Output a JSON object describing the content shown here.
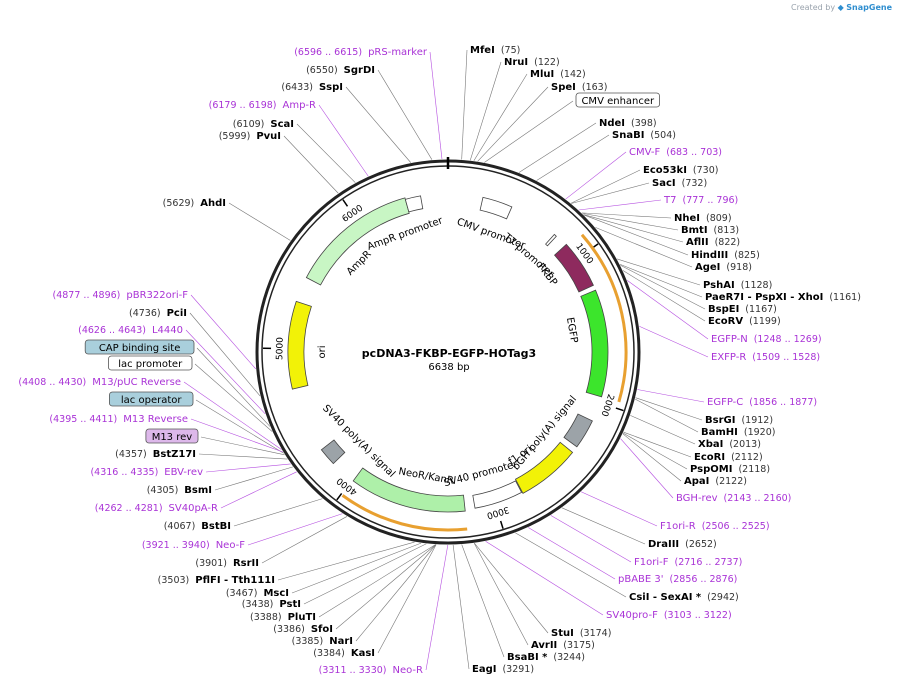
{
  "credit": {
    "prefix": "Created by",
    "brand": "SnapGene"
  },
  "plasmid": {
    "name": "pcDNA3-FKBP-EGFP-HOTag3",
    "length_label": "6638 bp",
    "length": 6638
  },
  "ticks": [
    "1000",
    "2000",
    "3000",
    "4000",
    "5000",
    "6000"
  ],
  "colors": {
    "primer": "#a933d6",
    "site": "#000000",
    "muted": "#333333",
    "backbone": "#222222"
  },
  "features": [
    {
      "name": "CMV promoter",
      "start": 235,
      "end": 438,
      "type": "promoter",
      "fill": "#ffffff",
      "label_angle": 20
    },
    {
      "name": "T7 promoter",
      "start": 777,
      "end": 795,
      "type": "promoter",
      "fill": "#ffffff",
      "label_angle": 40
    },
    {
      "name": "FKBP",
      "start": 880,
      "end": 1205,
      "type": "cds",
      "fill": "#8e2a5e",
      "label_angle": 52
    },
    {
      "name": "EGFP",
      "start": 1240,
      "end": 1960,
      "type": "cds",
      "fill": "#3ce52c",
      "label_angle": 80
    },
    {
      "name": "bGH poly(A) signal",
      "start": 2130,
      "end": 2330,
      "type": "term",
      "fill": "#9ca3a8",
      "label_angle": 130
    },
    {
      "name": "f1 ori",
      "start": 2376,
      "end": 2804,
      "type": "ori",
      "fill": "#f2f207",
      "label_angle": 145
    },
    {
      "name": "SV40 promoter",
      "start": 2809,
      "end": 3138,
      "type": "promoter",
      "fill": "#ffffff",
      "label_angle": 165
    },
    {
      "name": "NeoR/KanR",
      "start": 3205,
      "end": 3989,
      "type": "cds",
      "fill": "#aef0a9",
      "label_angle": 190
    },
    {
      "name": "SV40 poly(A) signal",
      "start": 4163,
      "end": 4284,
      "type": "term",
      "fill": "#9ca3a8",
      "label_angle": 225
    },
    {
      "name": "ori",
      "start": 4731,
      "end": 5319,
      "type": "ori",
      "fill": "#f2f207",
      "label_angle": 270
    },
    {
      "name": "AmpR",
      "start": 5490,
      "end": 6350,
      "type": "cds",
      "fill": "#c8f6c4",
      "label_angle": 315
    },
    {
      "name": "AmpR promoter",
      "start": 6350,
      "end": 6454,
      "type": "promoter",
      "fill": "#ffffff",
      "label_angle": 340
    }
  ],
  "left_labels": [
    {
      "text": "(6596 .. 6615)",
      "name": "pRS-marker",
      "kind": "primer",
      "pos": 6605
    },
    {
      "text": "(6550)",
      "name": "SgrDI",
      "kind": "site",
      "pos": 6550
    },
    {
      "text": "(6433)",
      "name": "SspI",
      "kind": "site",
      "pos": 6433
    },
    {
      "text": "(6179 .. 6198)",
      "name": "Amp-R",
      "kind": "primer",
      "pos": 6188
    },
    {
      "text": "(6109)",
      "name": "ScaI",
      "kind": "site",
      "pos": 6109
    },
    {
      "text": "(5999)",
      "name": "PvuI",
      "kind": "site",
      "pos": 5999
    },
    {
      "text": "(5629)",
      "name": "AhdI",
      "kind": "site",
      "pos": 5629
    },
    {
      "text": "(4877 .. 4896)",
      "name": "pBR322ori-F",
      "kind": "primer",
      "pos": 4886
    },
    {
      "text": "(4736)",
      "name": "PciI",
      "kind": "site",
      "pos": 4736
    },
    {
      "text": "(4626 .. 4643)",
      "name": "L4440",
      "kind": "primer",
      "pos": 4634
    },
    {
      "text": "",
      "name": "CAP binding site",
      "kind": "box-blue",
      "pos": 4560
    },
    {
      "text": "",
      "name": "lac promoter",
      "kind": "box-white",
      "pos": 4530
    },
    {
      "text": "(4408 .. 4430)",
      "name": "M13/pUC Reverse",
      "kind": "primer",
      "pos": 4419
    },
    {
      "text": "",
      "name": "lac operator",
      "kind": "box-blue",
      "pos": 4395
    },
    {
      "text": "(4395 .. 4411)",
      "name": "M13 Reverse",
      "kind": "primer",
      "pos": 4403
    },
    {
      "text": "",
      "name": "M13 rev",
      "kind": "box-purple",
      "pos": 4385
    },
    {
      "text": "(4357)",
      "name": "BstZ17I",
      "kind": "site",
      "pos": 4357
    },
    {
      "text": "(4316 .. 4335)",
      "name": "EBV-rev",
      "kind": "primer",
      "pos": 4325
    },
    {
      "text": "(4305)",
      "name": "BsmI",
      "kind": "site",
      "pos": 4305
    },
    {
      "text": "(4262 .. 4281)",
      "name": "SV40pA-R",
      "kind": "primer",
      "pos": 4271
    },
    {
      "text": "(4067)",
      "name": "BstBI",
      "kind": "site",
      "pos": 4067
    },
    {
      "text": "(3921 .. 3940)",
      "name": "Neo-F",
      "kind": "primer",
      "pos": 3930
    },
    {
      "text": "(3901)",
      "name": "RsrII",
      "kind": "site",
      "pos": 3901
    },
    {
      "text": "(3503)",
      "name": "PflFI - Tth111I",
      "kind": "site",
      "pos": 3503
    },
    {
      "text": "(3467)",
      "name": "MscI",
      "kind": "site",
      "pos": 3467
    },
    {
      "text": "(3438)",
      "name": "PstI",
      "kind": "site",
      "pos": 3438
    },
    {
      "text": "(3388)",
      "name": "PluTI",
      "kind": "site",
      "pos": 3388
    },
    {
      "text": "(3386)",
      "name": "SfoI",
      "kind": "site",
      "pos": 3386
    },
    {
      "text": "(3385)",
      "name": "NarI",
      "kind": "site",
      "pos": 3385
    },
    {
      "text": "(3384)",
      "name": "KasI",
      "kind": "site",
      "pos": 3384
    },
    {
      "text": "(3311 .. 3330)",
      "name": "Neo-R",
      "kind": "primer",
      "pos": 3320
    }
  ],
  "right_labels": [
    {
      "name": "MfeI",
      "text": "(75)",
      "kind": "site",
      "pos": 75
    },
    {
      "name": "NruI",
      "text": "(122)",
      "kind": "site",
      "pos": 122
    },
    {
      "name": "MluI",
      "text": "(142)",
      "kind": "site",
      "pos": 142
    },
    {
      "name": "SpeI",
      "text": "(163)",
      "kind": "site",
      "pos": 163
    },
    {
      "name": "CMV enhancer",
      "text": "",
      "kind": "box-white",
      "pos": 200
    },
    {
      "name": "NdeI",
      "text": "(398)",
      "kind": "site",
      "pos": 398
    },
    {
      "name": "SnaBI",
      "text": "(504)",
      "kind": "site",
      "pos": 504
    },
    {
      "name": "CMV-F",
      "text": "(683 .. 703)",
      "kind": "primer",
      "pos": 693
    },
    {
      "name": "Eco53kI",
      "text": "(730)",
      "kind": "site",
      "pos": 730
    },
    {
      "name": "SacI",
      "text": "(732)",
      "kind": "site",
      "pos": 732
    },
    {
      "name": "T7",
      "text": "(777 .. 796)",
      "kind": "primer",
      "pos": 786
    },
    {
      "name": "NheI",
      "text": "(809)",
      "kind": "site",
      "pos": 809
    },
    {
      "name": "BmtI",
      "text": "(813)",
      "kind": "site",
      "pos": 813
    },
    {
      "name": "AflII",
      "text": "(822)",
      "kind": "site",
      "pos": 822
    },
    {
      "name": "HindIII",
      "text": "(825)",
      "kind": "site",
      "pos": 825
    },
    {
      "name": "AgeI",
      "text": "(918)",
      "kind": "site",
      "pos": 918
    },
    {
      "name": "PshAI",
      "text": "(1128)",
      "kind": "site",
      "pos": 1128
    },
    {
      "name": "PaeR7I - PspXI - XhoI",
      "text": "(1161)",
      "kind": "site",
      "pos": 1161
    },
    {
      "name": "BspEI",
      "text": "(1167)",
      "kind": "site",
      "pos": 1167
    },
    {
      "name": "EcoRV",
      "text": "(1199)",
      "kind": "site",
      "pos": 1199
    },
    {
      "name": "EGFP-N",
      "text": "(1248 .. 1269)",
      "kind": "primer",
      "pos": 1258
    },
    {
      "name": "EXFP-R",
      "text": "(1509 .. 1528)",
      "kind": "primer",
      "pos": 1518
    },
    {
      "name": "EGFP-C",
      "text": "(1856 .. 1877)",
      "kind": "primer",
      "pos": 1866
    },
    {
      "name": "BsrGI",
      "text": "(1912)",
      "kind": "site",
      "pos": 1912
    },
    {
      "name": "BamHI",
      "text": "(1920)",
      "kind": "site",
      "pos": 1920
    },
    {
      "name": "XbaI",
      "text": "(2013)",
      "kind": "site",
      "pos": 2013
    },
    {
      "name": "EcoRI",
      "text": "(2112)",
      "kind": "site",
      "pos": 2112
    },
    {
      "name": "PspOMI",
      "text": "(2118)",
      "kind": "site",
      "pos": 2118
    },
    {
      "name": "ApaI",
      "text": "(2122)",
      "kind": "site",
      "pos": 2122
    },
    {
      "name": "BGH-rev",
      "text": "(2143 .. 2160)",
      "kind": "primer",
      "pos": 2151
    },
    {
      "name": "F1ori-R",
      "text": "(2506 .. 2525)",
      "kind": "primer",
      "pos": 2515
    },
    {
      "name": "DraIII",
      "text": "(2652)",
      "kind": "site",
      "pos": 2652
    },
    {
      "name": "F1ori-F",
      "text": "(2716 .. 2737)",
      "kind": "primer",
      "pos": 2726
    },
    {
      "name": "pBABE 3'",
      "text": "(2856 .. 2876)",
      "kind": "primer",
      "pos": 2866
    },
    {
      "name": "CsiI - SexAI *",
      "text": "(2942)",
      "kind": "site",
      "pos": 2942
    },
    {
      "name": "SV40pro-F",
      "text": "(3103 .. 3122)",
      "kind": "primer",
      "pos": 3112
    },
    {
      "name": "StuI",
      "text": "(3174)",
      "kind": "site",
      "pos": 3174
    },
    {
      "name": "AvrII",
      "text": "(3175)",
      "kind": "site",
      "pos": 3175
    },
    {
      "name": "BsaBI *",
      "text": "(3244)",
      "kind": "site",
      "pos": 3244
    },
    {
      "name": "EagI",
      "text": "(3291)",
      "kind": "site",
      "pos": 3291
    }
  ]
}
